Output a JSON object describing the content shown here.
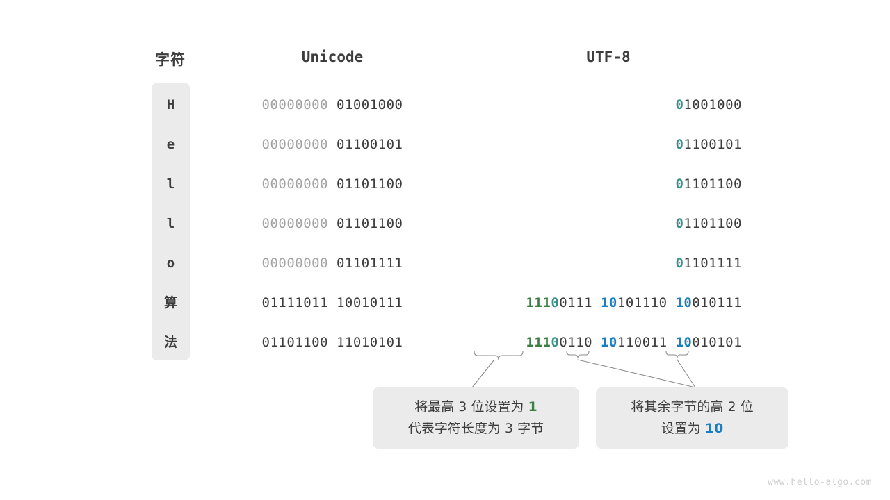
{
  "headers": {
    "character": "字符",
    "unicode": "Unicode",
    "utf8": "UTF-8"
  },
  "colors": {
    "chip_background": "#ebebeb",
    "text_dark": "#3d3d3d",
    "text_dim": "#a3a3a3",
    "teal": "#3a9188",
    "green": "#3c7d44",
    "blue": "#1a7fc1",
    "page_background": "#ffffff",
    "connector_line": "#8c8c8c",
    "watermark": "#cfcfcf"
  },
  "rows": [
    {
      "char": "H",
      "char_is_mono": true,
      "unicode_high": "00000000",
      "unicode_low": "01001000",
      "unicode_high_dim": true,
      "utf8_bytes": [
        {
          "prefix": "0",
          "prefix_color": "teal",
          "rest": "1001000"
        }
      ]
    },
    {
      "char": "e",
      "char_is_mono": true,
      "unicode_high": "00000000",
      "unicode_low": "01100101",
      "unicode_high_dim": true,
      "utf8_bytes": [
        {
          "prefix": "0",
          "prefix_color": "teal",
          "rest": "1100101"
        }
      ]
    },
    {
      "char": "l",
      "char_is_mono": true,
      "unicode_high": "00000000",
      "unicode_low": "01101100",
      "unicode_high_dim": true,
      "utf8_bytes": [
        {
          "prefix": "0",
          "prefix_color": "teal",
          "rest": "1101100"
        }
      ]
    },
    {
      "char": "l",
      "char_is_mono": true,
      "unicode_high": "00000000",
      "unicode_low": "01101100",
      "unicode_high_dim": true,
      "utf8_bytes": [
        {
          "prefix": "0",
          "prefix_color": "teal",
          "rest": "1101100"
        }
      ]
    },
    {
      "char": "o",
      "char_is_mono": true,
      "unicode_high": "00000000",
      "unicode_low": "01101111",
      "unicode_high_dim": true,
      "utf8_bytes": [
        {
          "prefix": "0",
          "prefix_color": "teal",
          "rest": "1101111"
        }
      ]
    },
    {
      "char": "算",
      "char_is_mono": false,
      "unicode_high": "01111011",
      "unicode_low": "10010111",
      "unicode_high_dim": false,
      "utf8_bytes": [
        {
          "prefix": "111",
          "prefix_color": "green",
          "prefix2": "0",
          "prefix2_color": "teal",
          "rest": "0111"
        },
        {
          "prefix": "10",
          "prefix_color": "blue",
          "rest": "101110"
        },
        {
          "prefix": "10",
          "prefix_color": "blue",
          "rest": "010111"
        }
      ]
    },
    {
      "char": "法",
      "char_is_mono": false,
      "unicode_high": "01101100",
      "unicode_low": "11010101",
      "unicode_high_dim": false,
      "utf8_bytes": [
        {
          "prefix": "111",
          "prefix_color": "green",
          "prefix2": "0",
          "prefix2_color": "teal",
          "rest": "0110"
        },
        {
          "prefix": "10",
          "prefix_color": "blue",
          "rest": "110011"
        },
        {
          "prefix": "10",
          "prefix_color": "blue",
          "rest": "010101"
        }
      ]
    }
  ],
  "annotations": {
    "left": {
      "line1_pre": "将最高 3 位设置为 ",
      "line1_em": "1",
      "line2": "代表字符长度为 3 字节"
    },
    "right": {
      "line1": "将其余字节的高 2 位",
      "line2_pre": "设置为 ",
      "line2_em": "10"
    }
  },
  "watermark": "www.hello-algo.com"
}
